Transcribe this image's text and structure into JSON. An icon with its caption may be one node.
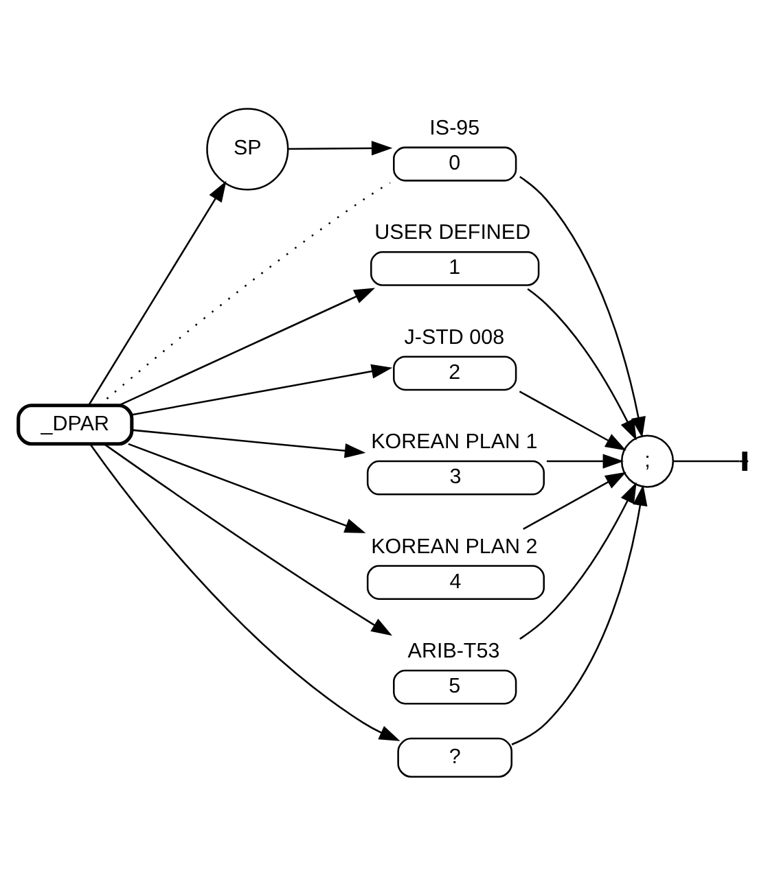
{
  "diagram": {
    "nodes": [
      {
        "text": [
          "_DPAR"
        ]
      },
      {
        "text": [
          "SP"
        ]
      },
      {
        "text": [
          "0"
        ],
        "beside": [
          "IS-95"
        ]
      },
      {
        "text": [
          "1"
        ],
        "beside": [
          "USER DEFINED"
        ]
      },
      {
        "text": [
          "2"
        ],
        "beside": [
          "J-STD 008"
        ]
      },
      {
        "text": [
          "3"
        ],
        "beside": [
          "KOREAN PLAN 1"
        ]
      },
      {
        "text": [
          "4"
        ],
        "beside": [
          "KOREAN PLAN 2"
        ]
      },
      {
        "text": [
          "5"
        ],
        "beside": [
          "ARIB-T53"
        ]
      },
      {
        "text": [
          "?"
        ]
      },
      {
        "text": [
          ";"
        ]
      }
    ],
    "edges": [
      {
        "from": 0,
        "to": 1,
        "arrow": "to"
      },
      {
        "from": 1,
        "to": 2,
        "arrow": "to"
      },
      {
        "from": 0,
        "to": 2,
        "arrow": "none",
        "style": "dashed"
      },
      {
        "from": 0,
        "to": 3,
        "arrow": "to"
      },
      {
        "from": 0,
        "to": 4,
        "arrow": "to"
      },
      {
        "from": 0,
        "to": 5,
        "arrow": "to"
      },
      {
        "from": 0,
        "to": 6,
        "arrow": "to"
      },
      {
        "from": 0,
        "to": 7,
        "arrow": "to"
      },
      {
        "from": 0,
        "to": 8,
        "arrow": "to"
      },
      {
        "from": 2,
        "to": 9,
        "arrow": "to"
      },
      {
        "from": 3,
        "to": 9,
        "arrow": "to"
      },
      {
        "from": 4,
        "to": 9,
        "arrow": "to"
      },
      {
        "from": 5,
        "to": 9,
        "arrow": "to"
      },
      {
        "from": 6,
        "to": 9,
        "arrow": "to"
      },
      {
        "from": 7,
        "to": 9,
        "arrow": "to"
      },
      {
        "from": 8,
        "to": 9,
        "arrow": "to"
      },
      {
        "from": 9,
        "to": null,
        "arrow": "other"
      }
    ]
  }
}
